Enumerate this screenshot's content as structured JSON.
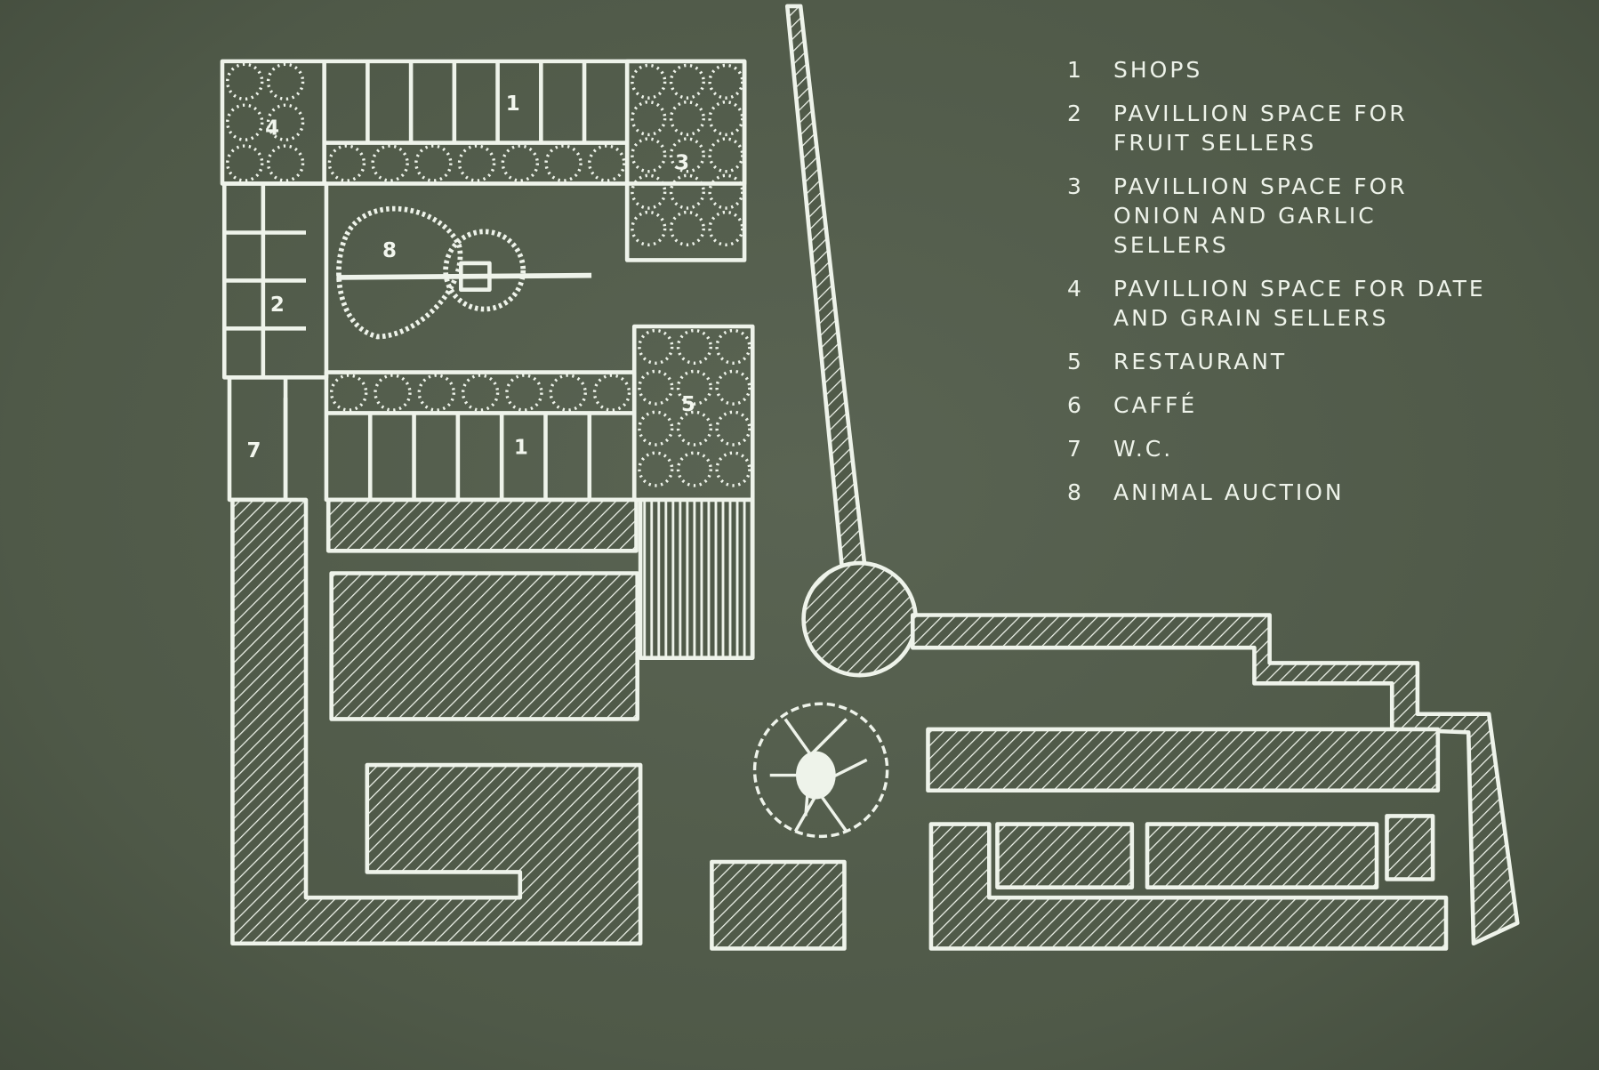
{
  "legend": [
    {
      "num": "1",
      "text": "SHOPS"
    },
    {
      "num": "2",
      "text": "PAVILLION SPACE FOR FRUIT SELLERS"
    },
    {
      "num": "3",
      "text": "PAVILLION SPACE FOR ONION AND GARLIC SELLERS"
    },
    {
      "num": "4",
      "text": "PAVILLION SPACE FOR DATE AND GRAIN SELLERS"
    },
    {
      "num": "5",
      "text": "RESTAURANT"
    },
    {
      "num": "6",
      "text": "CAFFÉ"
    },
    {
      "num": "7",
      "text": "W.C."
    },
    {
      "num": "8",
      "text": "ANIMAL AUCTION"
    }
  ],
  "plan_labels": {
    "shops_top": "1",
    "date_grain": "4",
    "onion_garlic": "3",
    "fruit": "2",
    "auction": "8",
    "shops_bottom": "1",
    "restaurant": "5",
    "wc": "7"
  },
  "colors": {
    "board": "#525c4b",
    "chalk": "#eef3ea"
  }
}
